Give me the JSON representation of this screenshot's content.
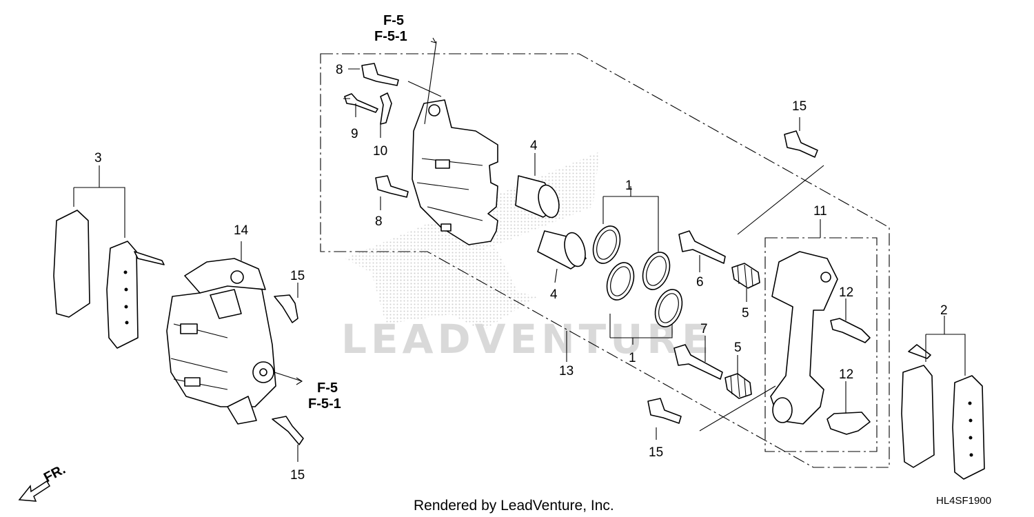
{
  "labels": {
    "l1a": "1",
    "l1b": "1",
    "l2": "2",
    "l3": "3",
    "l4a": "4",
    "l4b": "4",
    "l5a": "5",
    "l5b": "5",
    "l6": "6",
    "l7": "7",
    "l8a": "8",
    "l8b": "8",
    "l9": "9",
    "l10": "10",
    "l11": "11",
    "l12a": "12",
    "l12b": "12",
    "l13": "13",
    "l14": "14",
    "l15a": "15",
    "l15b": "15",
    "l15c": "15",
    "l15d": "15"
  },
  "refs": {
    "top_line1": "F-5",
    "top_line2": "F-5-1",
    "mid_line1": "F-5",
    "mid_line2": "F-5-1"
  },
  "front_marker": "FR.",
  "watermark": "LEADVENTURE",
  "footer": "Rendered by LeadVenture, Inc.",
  "diagram_code": "HL4SF1900"
}
